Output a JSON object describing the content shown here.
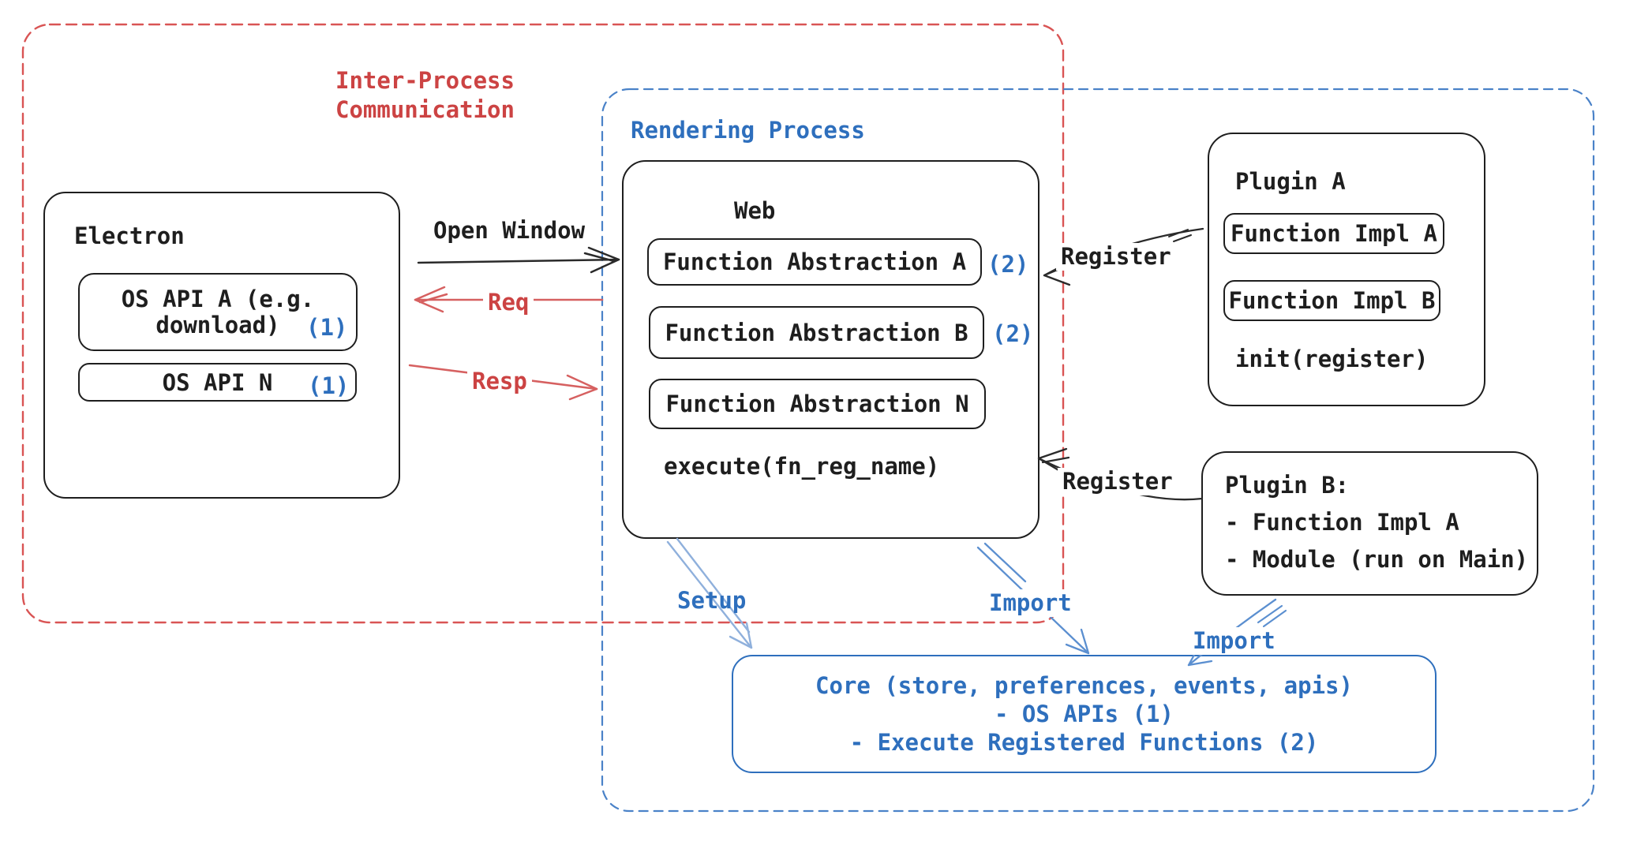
{
  "colors": {
    "black_ink": "#1e1e1e",
    "red_ink": "#cc4343",
    "red_dashed_border": "#d95454",
    "red_arrow": "#d66060",
    "blue_ink": "#2e6fbd",
    "blue_dashed_border": "#4a82c8",
    "blue_arrow": "#5b8fd0",
    "blue_arrow_light": "#8fb0dc"
  },
  "groups": {
    "ipc": {
      "line1": "Inter-Process",
      "line2": "Communication"
    },
    "rendering_process": {
      "label": "Rendering Process"
    }
  },
  "electron": {
    "title": "Electron",
    "os_api_a": {
      "line1": "OS API A (e.g.",
      "line2": "download)",
      "ref": "(1)"
    },
    "os_api_n": {
      "label": "OS API N",
      "ref": "(1)"
    }
  },
  "web": {
    "title": "Web",
    "function_abstraction_a": {
      "label": "Function Abstraction A",
      "ref": "(2)"
    },
    "function_abstraction_b": {
      "label": "Function Abstraction B",
      "ref": "(2)"
    },
    "function_abstraction_n": {
      "label": "Function Abstraction N"
    },
    "execute_label": "execute(fn_reg_name)"
  },
  "plugin_a": {
    "title": "Plugin A",
    "function_impl_a": "Function Impl A",
    "function_impl_b": "Function Impl B",
    "init_label": "init(register)"
  },
  "plugin_b": {
    "title": "Plugin B:",
    "item_1": "- Function Impl A",
    "item_2": "- Module (run on Main)"
  },
  "core": {
    "line1": "Core (store, preferences, events, apis)",
    "line2": "- OS APIs (1)",
    "line3": "- Execute Registered Functions (2)"
  },
  "arrows": {
    "open_window": "Open Window",
    "req": "Req",
    "resp": "Resp",
    "register_top": "Register",
    "register_bottom": "Register",
    "setup": "Setup",
    "import_web_to_core": "Import",
    "import_plugin_to_core": "Import"
  }
}
